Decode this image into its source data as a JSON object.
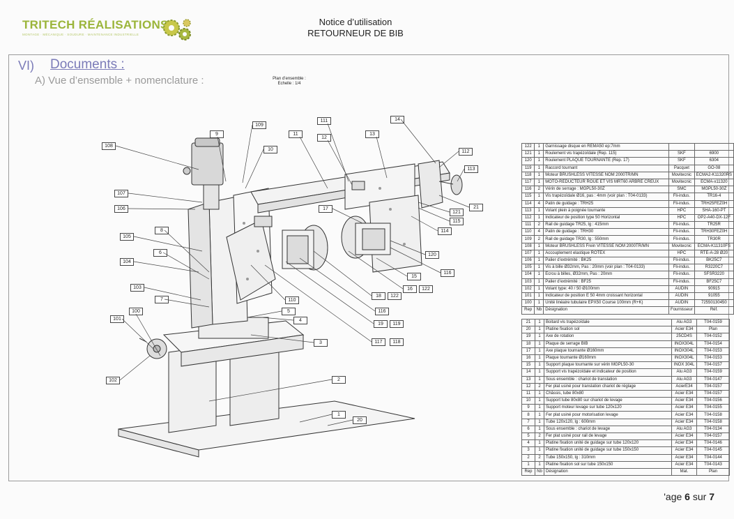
{
  "logo": {
    "title": "TRITECH RÉALISATIONS",
    "subtitle": "MONTAGE · MÉCANIQUE · SOUDURE · MAINTENANCE INDUSTRIELLE"
  },
  "header": {
    "line1": "Notice d’utilisation",
    "line2": "RETOURNEUR DE BIB"
  },
  "section": {
    "number": "VI)",
    "title": "Documents :",
    "subtitle": "A)  Vue d’ensemble + nomenclature :"
  },
  "plan": {
    "line1": "Plan d’ensemble :",
    "line2": "Echelle : 1/4"
  },
  "callouts": [
    "108",
    "109",
    "9",
    "10",
    "11",
    "111",
    "12",
    "13",
    "14",
    "112",
    "113",
    "21",
    "107",
    "106",
    "105",
    "104",
    "103",
    "100",
    "101",
    "102",
    "8",
    "6",
    "7",
    "17",
    "121",
    "115",
    "114",
    "120",
    "116",
    "15",
    "16",
    "122",
    "18",
    "122",
    "116",
    "19",
    "119",
    "117",
    "118",
    "110",
    "5",
    "4",
    "3",
    "2",
    "1",
    "20"
  ],
  "bom_top": [
    [
      "122",
      "1",
      "Garnissage disque en REMA50 ep:7mm",
      "",
      ""
    ],
    [
      "121",
      "1",
      "Roulement vis trapézoïdale (Rep. 115)",
      "SKF",
      "6900"
    ],
    [
      "120",
      "1",
      "Roulement PLAQUE TOURNANTE (Rep. 17)",
      "SKF",
      "6304"
    ],
    [
      "119",
      "1",
      "Raccord tournant",
      "Pacquet",
      "GO-08"
    ],
    [
      "118",
      "1",
      "Moteur BRUSHLESS VITESSE NOM 2000TR/MN",
      "Movitecnic",
      "ECMA2-K11320RS"
    ],
    [
      "117",
      "1",
      "MOTO-REDUCTEUR ROUE ET VIS MRT60 ARBRE CREUX",
      "Movitecnic",
      "ECMA-x11320"
    ],
    [
      "116",
      "2",
      "Vérin de serrage : MGPL50-30Z",
      "SMC",
      "MGPL50-30Z"
    ],
    [
      "115",
      "1",
      "Vis trapézoïdale Ø16, pas : 4mm (voir plan : T04-0133)",
      "Fli-indus.",
      "TR16-4"
    ],
    [
      "114",
      "4",
      "Patin de guidage : TRH25",
      "Fli-indus.",
      "TRH25FEZ0H"
    ],
    [
      "113",
      "1",
      "Volant plein à poignée tournante",
      "HPC",
      "SHA-160-PT"
    ],
    [
      "112",
      "1",
      "Indicateur de position type 50 Horizontal",
      "HPC",
      "OP2-A40-DX-12F"
    ],
    [
      "111",
      "2",
      "Rail de guidage TR25, lg : 415mm",
      "Fli-indus.",
      "TR25R"
    ],
    [
      "110",
      "4",
      "Patin de guidage : TRH30",
      "Fli-indus.",
      "TRH30FEZ0H"
    ],
    [
      "109",
      "2",
      "Rail de guidage TR30, lg : 550mm",
      "Fli-indus.",
      "TR30R"
    ],
    [
      "108",
      "1",
      "Moteur BRUSHLESS Frein VITESSE NOM 2000TR/MN",
      "Movitecnic",
      "ECMA-K11310FS"
    ],
    [
      "107",
      "1",
      "Accouplement elastique ROTEX",
      "HPC",
      "RTE-A-28 Ø20"
    ],
    [
      "106",
      "1",
      "Palier d’extrémité : BK25",
      "Fli-indus.",
      "BK25C7"
    ],
    [
      "105",
      "1",
      "Vis à bille Ø32mm, Pas : 20mm (voir plan : T04-0133)",
      "Fli-indus.",
      "R3220C7"
    ],
    [
      "104",
      "1",
      "Ecrou à billes, Ø32mm, Pas : 20mm",
      "Fli-indus.",
      "SFSR3220"
    ],
    [
      "103",
      "1",
      "Palier d’extrémité : BF25",
      "Fli-indus.",
      "BF25C7"
    ],
    [
      "102",
      "1",
      "Volant type: 40 / 50 Ø100mm",
      "AUDIN",
      "90915"
    ],
    [
      "101",
      "1",
      "Indicateur de position E 50 4mm croissant horizontal",
      "AUDIN",
      "91055"
    ],
    [
      "100",
      "1",
      "Unité linéaire tubulaire EPX50 Course 100mm (R+K)",
      "AUDIN",
      "72550130450"
    ],
    [
      "Rep",
      "Nb",
      "Désignation",
      "Fournisseur",
      "Réf."
    ]
  ],
  "bom_bottom": [
    [
      "21",
      "1",
      "Boitard vis trapézoïdale",
      "Alu AG3",
      "T04-0159"
    ],
    [
      "20",
      "1",
      "Platine fixation sol",
      "Acier E34",
      "Plan"
    ],
    [
      "19",
      "1",
      "Axe de rotation",
      "25CD4S",
      "T04-0152"
    ],
    [
      "18",
      "1",
      "Plaque de serrage BIB",
      "INOX304L",
      "T04-0154"
    ],
    [
      "17",
      "1",
      "Axe plaque tournante Ø160mm",
      "INOX304L",
      "T04-0153"
    ],
    [
      "16",
      "1",
      "Plaque tournante Ø160mm",
      "INOX304L",
      "T04-0153"
    ],
    [
      "15",
      "1",
      "Support plaque tournante sur vérin MGPL50-30",
      "INOX 304L",
      "T04-0157"
    ],
    [
      "14",
      "1",
      "Support vis trapézoïdale et indicateur de position",
      "Alu AG3",
      "T04-0159"
    ],
    [
      "13",
      "1",
      "Sous ensemble : chariot de translation",
      "Alu AG3",
      "T04-0147"
    ],
    [
      "12",
      "2",
      "Fer plat usiné pour translation chariot de réglage",
      "AcierE34",
      "T04-0157"
    ],
    [
      "11",
      "1",
      "Châssis, tube 80x80",
      "Acier E34",
      "T04-0157"
    ],
    [
      "10",
      "1",
      "Support tube 80x80 sur chariot de levage",
      "Acier E34",
      "T04-0156"
    ],
    [
      "9",
      "1",
      "Support moteur levage sur tube 120x120",
      "Acier E34",
      "T04-0155"
    ],
    [
      "8",
      "1",
      "Fer plat usiné pour motorisation levage",
      "Acier E34",
      "T04-0158"
    ],
    [
      "7",
      "1",
      "Tube 120x120, lg : 600mm",
      "Acier E34",
      "T04-0158"
    ],
    [
      "6",
      "1",
      "Sous ensemble : chariot de levage",
      "Alu AG3",
      "T04-0134"
    ],
    [
      "5",
      "2",
      "Fer plat usiné pour rail de levage",
      "Acier E34",
      "T04-0157"
    ],
    [
      "4",
      "1",
      "Platine fixation unité de guidage sur tube 120x120",
      "Acier E34",
      "T04-0146"
    ],
    [
      "3",
      "1",
      "Platine fixation unité de guidage sur tube 150x150",
      "Acier E34",
      "T04-0145"
    ],
    [
      "2",
      "2",
      "Tube 150x150, lg : 310mm",
      "Acier E34",
      "T04-0144"
    ],
    [
      "1",
      "1",
      "Platine fixation sol sur tube 150x150",
      "Acier E34",
      "T04-0143"
    ],
    [
      "Rep",
      "Nb",
      "Désignation",
      "Mat.",
      "Plan"
    ]
  ],
  "page": {
    "prefix": "'age",
    "current": "6",
    "sep": "sur",
    "total": "7"
  }
}
